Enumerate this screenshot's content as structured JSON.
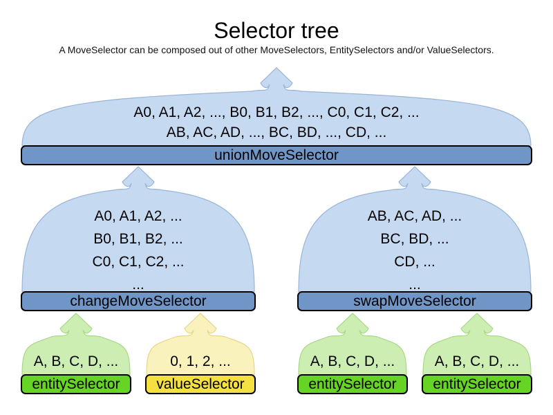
{
  "title": "Selector tree",
  "subtitle": "A MoveSelector can be composed out of other MoveSelectors, EntitySelectors and/or ValueSelectors.",
  "colors": {
    "blue": {
      "fill": "#c5d9f1",
      "stroke": "#9ab4d6",
      "bar": "#7096c7"
    },
    "green": {
      "fill": "#cdeeb3",
      "stroke": "#a6d982",
      "bar": "#66d424"
    },
    "yellow": {
      "fill": "#faf2bd",
      "stroke": "#e6d686",
      "bar": "#f5e042"
    }
  },
  "nodes": {
    "union": {
      "label": "unionMoveSelector",
      "theme": "blue",
      "lines": [
        "A0, A1, A2, ..., B0, B1, B2, ..., C0, C1, C2, ...",
        "AB, AC, AD, ..., BC, BD, ..., CD, ..."
      ]
    },
    "change": {
      "label": "changeMoveSelector",
      "theme": "blue",
      "lines": [
        "A0, A1, A2, ...",
        "B0, B1, B2, ...",
        "C0, C1, C2, ...",
        "..."
      ]
    },
    "swap": {
      "label": "swapMoveSelector",
      "theme": "blue",
      "lines": [
        "AB, AC, AD, ...",
        "BC, BD, ...",
        "CD, ...",
        "..."
      ]
    },
    "entity1": {
      "label": "entitySelector",
      "theme": "green",
      "lines": [
        "A, B, C, D, ..."
      ]
    },
    "value1": {
      "label": "valueSelector",
      "theme": "yellow",
      "lines": [
        "0, 1, 2, ..."
      ]
    },
    "entity2": {
      "label": "entitySelector",
      "theme": "green",
      "lines": [
        "A, B, C, D, ..."
      ]
    },
    "entity3": {
      "label": "entitySelector",
      "theme": "green",
      "lines": [
        "A, B, C, D, ..."
      ]
    }
  }
}
